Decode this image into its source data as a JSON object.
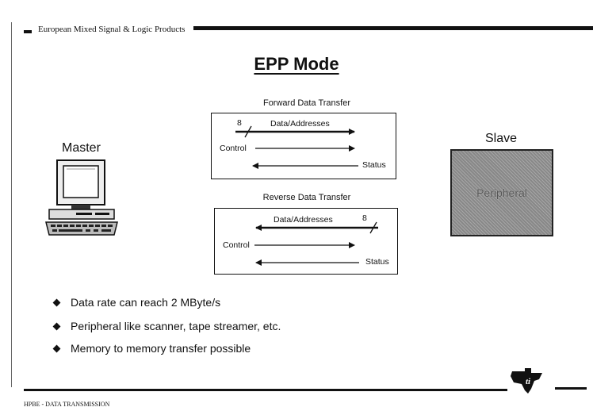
{
  "header": {
    "company": "European Mixed Signal & Logic Products"
  },
  "title": "EPP Mode",
  "forward": {
    "label": "Forward Data Transfer",
    "bus_width": "8",
    "data_label": "Data/Addresses",
    "control_label": "Control",
    "status_label": "Status"
  },
  "reverse": {
    "label": "Reverse Data Transfer",
    "bus_width": "8",
    "data_label": "Data/Addresses",
    "control_label": "Control",
    "status_label": "Status"
  },
  "master": {
    "label": "Master"
  },
  "slave": {
    "label": "Slave",
    "box_label": "Peripheral"
  },
  "bullets": [
    "Data rate can reach 2 MByte/s",
    "Peripheral like scanner, tape streamer, etc.",
    "Memory to memory transfer possible"
  ],
  "footer": {
    "text": "HPBE - DATA TRANSMISSION"
  },
  "logo": {
    "icon": "ti-logo-icon"
  }
}
